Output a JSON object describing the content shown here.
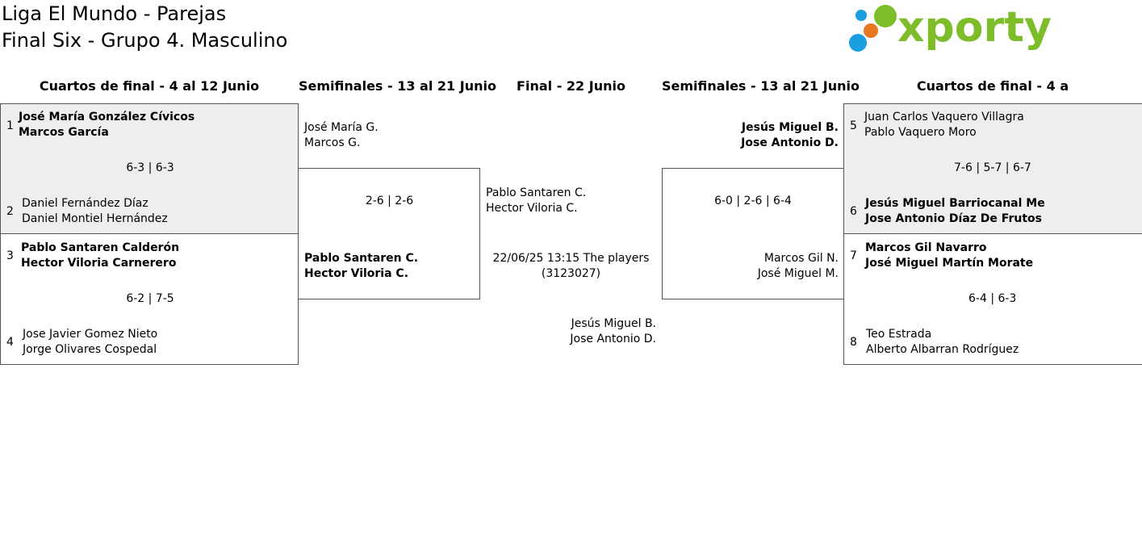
{
  "header": {
    "title_line1": "Liga El Mundo - Parejas",
    "title_line2": "Final Six - Grupo 4. Masculino"
  },
  "logo": {
    "text": "xporty",
    "colors": {
      "green": "#7dbd2a",
      "blue": "#1a9ee0",
      "orange": "#e87722"
    }
  },
  "columns": {
    "qf_left": "Cuartos de final - 4 al 12 Junio",
    "sf_left": "Semifinales - 13 al 21 Junio",
    "final": "Final - 22 Junio",
    "sf_right": "Semifinales - 13 al 21 Junio",
    "qf_right": "Cuartos de final - 4 a"
  },
  "qf_left": {
    "m1": {
      "seed_a": "1",
      "a1": "José María González Cívicos",
      "a2": "Marcos García",
      "score": "6-3 | 6-3",
      "seed_b": "2",
      "b1": "Daniel Fernández Díaz",
      "b2": "Daniel Montiel Hernández"
    },
    "m2": {
      "seed_a": "3",
      "a1": "Pablo Santaren Calderón",
      "a2": "Hector Viloria Carnerero",
      "score": "6-2 | 7-5",
      "seed_b": "4",
      "b1": "Jose Javier Gomez Nieto",
      "b2": "Jorge Olivares Cospedal"
    }
  },
  "sf_left": {
    "a1": "José María G.",
    "a2": "Marcos G.",
    "score": "2-6 | 2-6",
    "b1": "Pablo Santaren C.",
    "b2": "Hector Viloria C."
  },
  "final": {
    "a1": "Pablo Santaren C.",
    "a2": "Hector Viloria C.",
    "schedule": "22/06/25 13:15 The players",
    "code": "(3123027)",
    "b1": "Jesús Miguel B.",
    "b2": "Jose Antonio D."
  },
  "sf_right": {
    "a1": "Jesús Miguel B.",
    "a2": "Jose Antonio D.",
    "score": "6-0 | 2-6 | 6-4",
    "b1": "Marcos Gil N.",
    "b2": "José Miguel M."
  },
  "qf_right": {
    "m1": {
      "seed_a": "5",
      "a1": "Juan Carlos Vaquero Villagra",
      "a2": "Pablo Vaquero Moro",
      "score": "7-6 | 5-7 | 6-7",
      "seed_b": "6",
      "b1": "Jesús Miguel Barriocanal Me",
      "b2": "Jose Antonio Díaz De Frutos"
    },
    "m2": {
      "seed_a": "7",
      "a1": "Marcos Gil Navarro",
      "a2": "José Miguel Martín Morate",
      "score": "6-4 | 6-3",
      "seed_b": "8",
      "b1": "Teo Estrada",
      "b2": "Alberto Albarran Rodríguez"
    }
  }
}
